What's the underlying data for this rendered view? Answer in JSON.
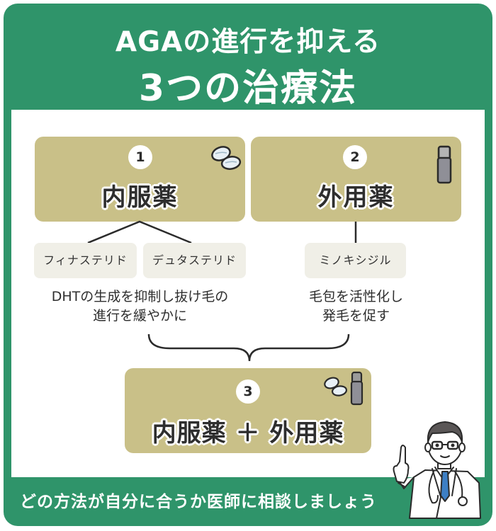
{
  "header": {
    "title_line1": "AGAの進行を抑える",
    "title_line2": "3つの治療法"
  },
  "treatments": [
    {
      "number": "1",
      "label": "内服薬",
      "icon": "pills-icon",
      "drugs": [
        "フィナステリド",
        "デュタステリド"
      ],
      "description_line1": "DHTの生成を抑制し抜け毛の",
      "description_line2": "進行を緩やかに"
    },
    {
      "number": "2",
      "label": "外用薬",
      "icon": "bottle-icon",
      "drugs": [
        "ミノキシジル"
      ],
      "description_line1": "毛包を活性化し",
      "description_line2": "発毛を促す"
    },
    {
      "number": "3",
      "label": "内服薬 ＋ 外用薬",
      "icons": [
        "pills-icon",
        "bottle-icon"
      ]
    }
  ],
  "footer": {
    "text": "どの方法が自分に合うか医師に相談しましょう",
    "illustration": "doctor-pointing-icon"
  },
  "colors": {
    "frame_green": "#2f946a",
    "card_olive": "#c9c088",
    "sub_box": "#f0efe7",
    "text_dark": "#2e2e2e",
    "tie_blue": "#3d7fc4"
  }
}
